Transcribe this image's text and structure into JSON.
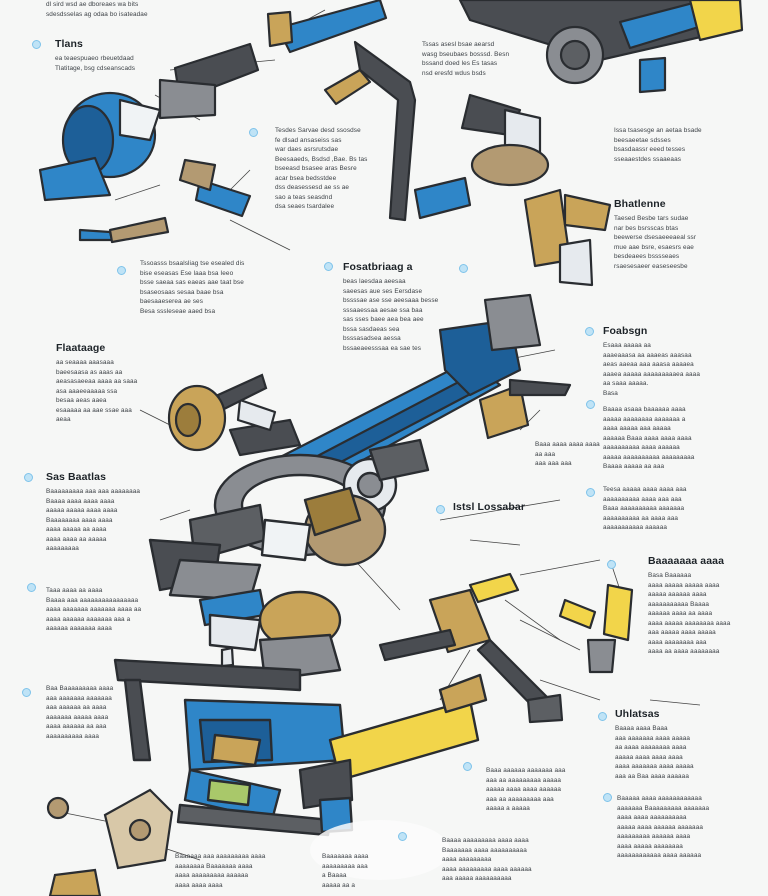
{
  "colors": {
    "background": "#f6f7f6",
    "blue": "#2f86c8",
    "blue_dark": "#1d5f98",
    "gold": "#c9a459",
    "yellow": "#f2d54a",
    "gray": "#5c5f63",
    "tan": "#b39a72",
    "outline": "#2a2d31",
    "bullet": "#bfe3f6"
  },
  "annotations": [
    {
      "title": "",
      "body": "dl sird wsd ae dboreaes wa bits\nsdesdsselas ag odaa bo isateadae"
    },
    {
      "title": "Tlans",
      "body": "ea teaespuaeo rbeuetdaad\nTlatitage, bsg cdseanscads"
    },
    {
      "title": "",
      "body": "Tssas asesl bsae aearsd\nwasg bseubaes bosssd. Besn\nbssand doed les Es tasas\nnsd eresfd wdus bsds"
    },
    {
      "title": "",
      "body": "Tesdes Sarvae desd ssosdse\nfe dlsad ansaseiss sas\nwar daes asrsrutsdae\nBeesaaeds, Bsdsd ,Bae. Bs tas\nbseeasd bsasee aras Besre\nacar bsea bedsstdee\ndss deasessesd ae ss ae\nsao a teas seasdnd\ndsa seaes tsardalee"
    },
    {
      "title": "",
      "body": "Issa tsasesge an aetaa bsade\nbeesaeetae sdsses\nbsasdaassr eeed tesses\nsseaaestdes ssaaeaas"
    },
    {
      "title": "Bhatlenne",
      "body": "Taesed Besbe tars sudae\nnar bes bsrsscas btas\nbeewerse dsesaeeeaeal ssr\nmue aae bsre, esaesrs eae\nbesdeaees bsssseaes\nrsaesesaeer easeseesbe"
    },
    {
      "title": "",
      "body": "Tssoasss bsaalsliag tse esealed dis\nbise eseasas Ese laaa bsa Ieeo\nbsse saeaa sas eaeas aae taat bse\nbsaseosaas sesaa baae bsa\nbaesaaeserea ae ses\nBesa sssleseae aaed bsa"
    },
    {
      "title": "Fosatbriaag a",
      "body": "beas laesdaa aeesaa\nsaeesas aue ses Eersdase\nbssssae ase sse aeesaaa besse\nsssaaessaa aesae ssa baa\nsas sses baee aea bea aee\nbssa sasdaeas sea\nbsssasadsea aessa\nbssaeaeesssaa ea sae tes"
    },
    {
      "title": "Flaataage",
      "body": "aa seaaaa aaasaaa\nbaeesaasa as aaas aa\naeasasaeeaa aaaa aa saaa\nasa aaaeeaaaaa ssa\nbesaa aeas aaea\nesaaaaa aa aae ssae aaa\naeaa"
    },
    {
      "title": "Foabsgn",
      "body": "Esaaa aaaaa aa\naaaeaaasa aa aaaeas aaasaa\naeas aaeaa aaa aaasa aaaaea\naaaea aaaaa aaaaaaaaaea aaaa\naa saaa aaaaa.\nBasa"
    },
    {
      "title": "",
      "body": "Baaaa asaaa baaaaaa aaaa\naaaaa aaaaaaaa aaaaaaa a\naaaa aaaaa aaa aaaaa\naaaaaa Baaa aaaa aaaa aaaa\naaaaaaaaaa aaaa aaaaaa\naaaaa aaaaaaaaaa aaaaaaaaa\nBaaaa aaaaa aa aaa"
    },
    {
      "title": "",
      "body": "Baaa aaaa aaaa aaaa\naa aaa\naaa aaa aaa"
    },
    {
      "title": "",
      "body": "Teesa aaaaa aaaa aaaa aaa\naaaaaaaaaa aaaa aaa aaa\nBaaa aaaaaaaaaa aaaaaaa\naaaaaaaaaa aa aaaa aaa\naaaaaaaaaaa aaaaaa"
    },
    {
      "title": "Sas Baatlas",
      "body": "Baaaaaaaaa aaa aaa aaaaaaaa\nBaaaa aaaa aaaa aaaa\naaaaa aaaaa aaaa aaaa\nBaaaaaaaa aaaa aaaa\naaaa aaaaa aa aaaa\naaaa aaaa aa aaaaa\naaaaaaaaa"
    },
    {
      "title": "Istsl Lossabar",
      "body": ""
    },
    {
      "title": "Baaaaaaa aaaa",
      "body": "Basa Baaaaaa\naaaa aaaaa aaaaa aaaa\naaaaa aaaaaa aaaa\naaaaaaaaaaa Baaaa\naaaaaa aaaa aa aaaa\naaaa aaaaa aaaaaaaa aaaa\naaa aaaaa aaaa aaaaa\naaaa aaaaaaaa aaa\naaaa aa aaaa aaaaaaaa"
    },
    {
      "title": "",
      "body": "Taaa aaaa aa aaaa\nBaaaa aaa aaaaaaaaaaaaaaaa\naaaa aaaaaaa aaaaaaa aaaa aa\naaaa aaaaaa aaaaaaa aaa a\naaaaaa aaaaaaa aaaa"
    },
    {
      "title": "",
      "body": "Baa Baaaaaaaaa aaaa\naaa aaaaaaa aaaaaaa\naaa aaaaaa aa aaaa\naaaaaaa aaaaa aaaa\naaaa aaaaaa aa aaa\naaaaaaaaaa aaaa"
    },
    {
      "title": "Uhlatsas",
      "body": "Baaaa aaaa Baaa\naaa aaaaaaa aaaa aaaaa\naa aaaa aaaaaaaa aaaa\naaaaa aaaa aaaa aaaa\naaaa aaaaaaa aaaa aaaaa\naaa aa Baa aaaa aaaaaa"
    },
    {
      "title": "",
      "body": "Baaa aaaaaa aaaaaaa aaa\naaa aa aaaaaaaaa aaaaa\naaaaa aaaa aaaa aaaaaa\naaa aa aaaaaaaaa aaa\naaaaa a aaaaa"
    },
    {
      "title": "",
      "body": "Baaaaa aaaa aaaaaaaaaaaa\naaaaaaa Baaaaaaaaa aaaaaaa\naaaa aaaa aaaaaaaaaa\naaaaa aaaa aaaaaa aaaaaaa\naaaaaaaaa aaaaaa aaaa\naaaa aaaaa aaaaaaaa\naaaaaaaaaaaa aaaa aaaaaa"
    },
    {
      "title": "",
      "body": "Baaaa aaaaaaaaa aaaa aaaa\nBaaaaaaa aaaa aaaaaaaaaa\naaaa aaaaaaaaa\naaaa aaaaaaaaa aaaa aaaaaa\naaa aaaaa aaaaaaaaaa"
    },
    {
      "title": "",
      "body": "Baaaaaa aaa aaaaaaaaa aaaa\naaaaaaaa Baaaaaaa aaaa\naaaa aaaaaaaaa aaaaaa\naaaa aaaa aaaa"
    },
    {
      "title": "",
      "body": "Baaaaaaa aaaa\naaaaaaaaa aaa\na Baaaa\naaaaa aa a"
    }
  ]
}
